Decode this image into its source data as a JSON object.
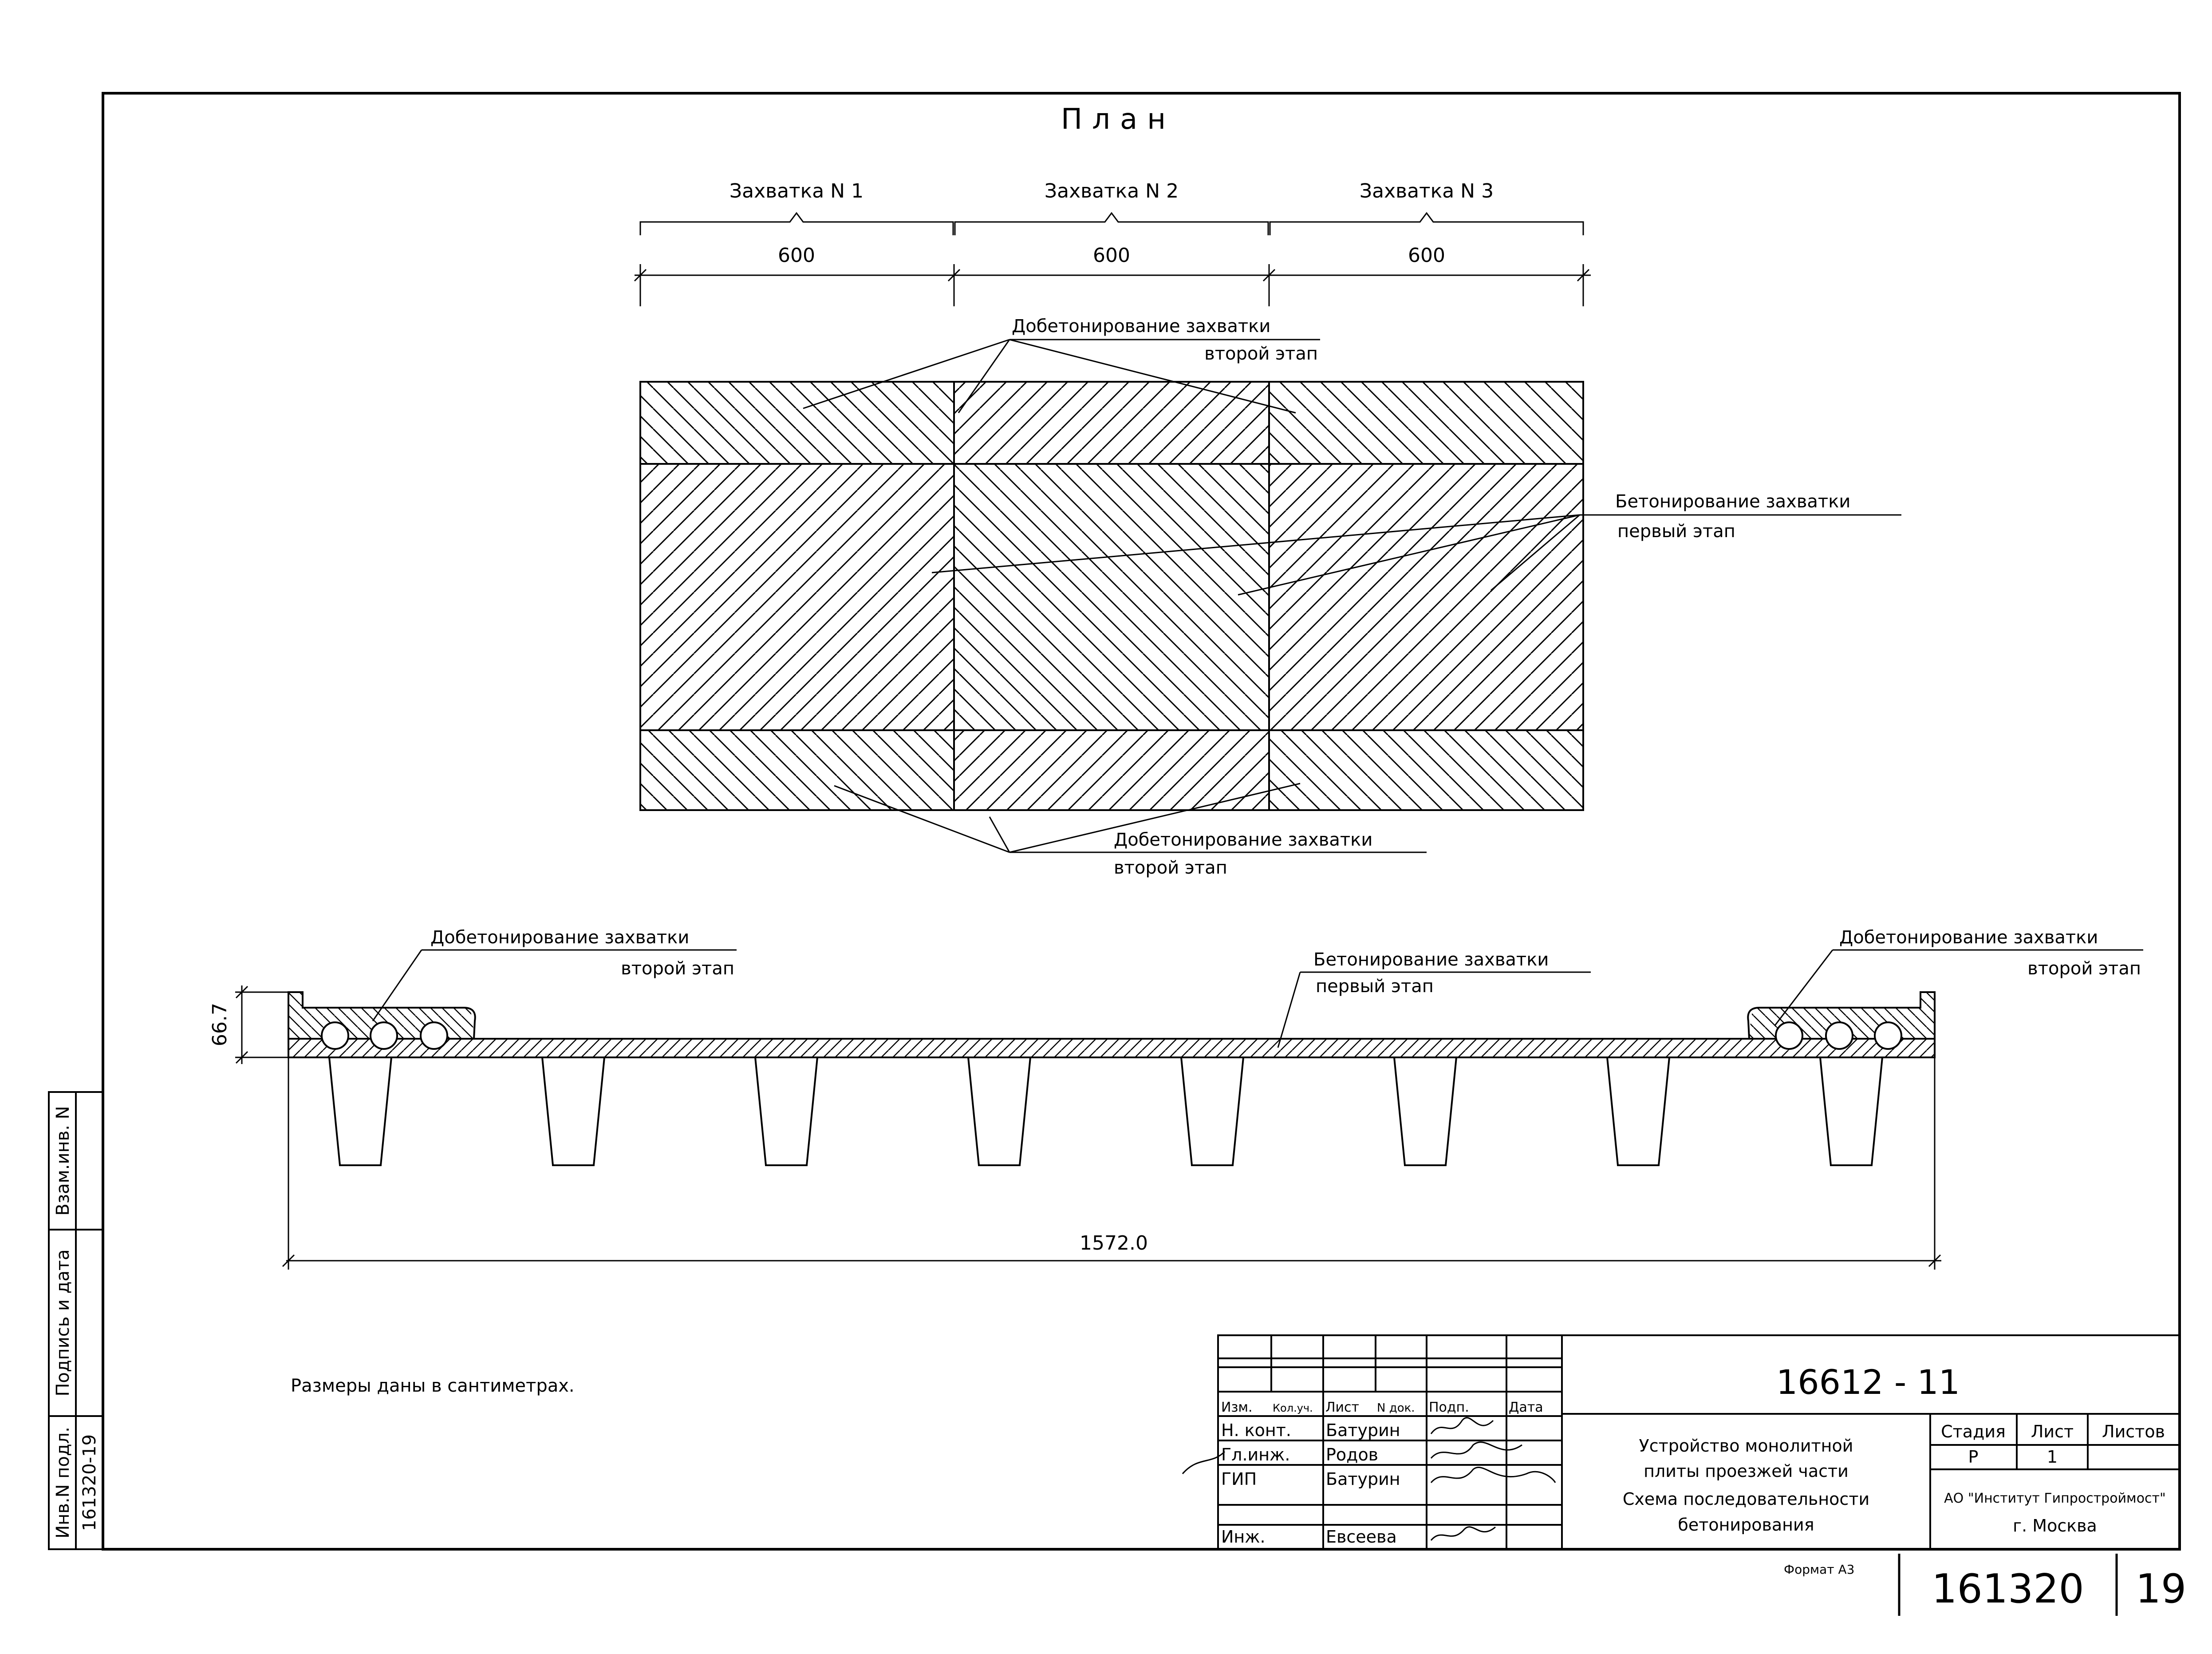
{
  "plan": {
    "title": "План",
    "zones": [
      {
        "label": "Захватка N 1",
        "length": "600"
      },
      {
        "label": "Захватка N 2",
        "length": "600"
      },
      {
        "label": "Захватка N 3",
        "length": "600"
      }
    ],
    "callouts": {
      "top_second_stage": {
        "line1": "Добетонирование захватки",
        "line2": "второй этап"
      },
      "middle_first_stage": {
        "line1": "Бетонирование захватки",
        "line2": "первый этап"
      },
      "bottom_second_stage": {
        "line1": "Добетонирование захватки",
        "line2": "второй этап"
      }
    }
  },
  "section": {
    "callouts": {
      "left_second_stage": {
        "line1": "Добетонирование захватки",
        "line2": "второй этап"
      },
      "center_first_stage": {
        "line1": "Бетонирование захватки",
        "line2": "первый этап"
      },
      "right_second_stage": {
        "line1": "Добетонирование захватки",
        "line2": "второй этап"
      }
    },
    "height_dim": "66.7",
    "width_dim": "1572.0",
    "beam_count": 8
  },
  "note": "Размеры даны в сантиметрах.",
  "side_stamp": {
    "inv_orig": "Инв.N подл.",
    "sign_date": "Подпись и дата",
    "inv_repl": "Взам.инв. N",
    "inv_value": "161320-19"
  },
  "title_block": {
    "doc_code": "16612 - 11",
    "headers": [
      "Изм.",
      "Кол.уч.",
      "Лист",
      "N док.",
      "Подп.",
      "Дата"
    ],
    "rows": [
      {
        "role": "Н. конт.",
        "name": "Батурин"
      },
      {
        "role": "Гл.инж.",
        "name": "Родов"
      },
      {
        "role": "ГИП",
        "name": "Батурин"
      },
      {
        "role": "",
        "name": ""
      },
      {
        "role": "Инж.",
        "name": "Евсеева"
      }
    ],
    "description": [
      "Устройство монолитной",
      "плиты проезжей части",
      "Схема последовательности",
      "бетонирования"
    ],
    "stage_header": "Стадия",
    "sheet_header": "Лист",
    "sheets_header": "Листов",
    "stage": "Р",
    "sheet": "1",
    "sheets": "",
    "organization": "АО \"Институт Гипростроймост\"",
    "city": "г. Москва",
    "format": "Формат А3",
    "archive_number": "161320",
    "archive_page": "19"
  }
}
